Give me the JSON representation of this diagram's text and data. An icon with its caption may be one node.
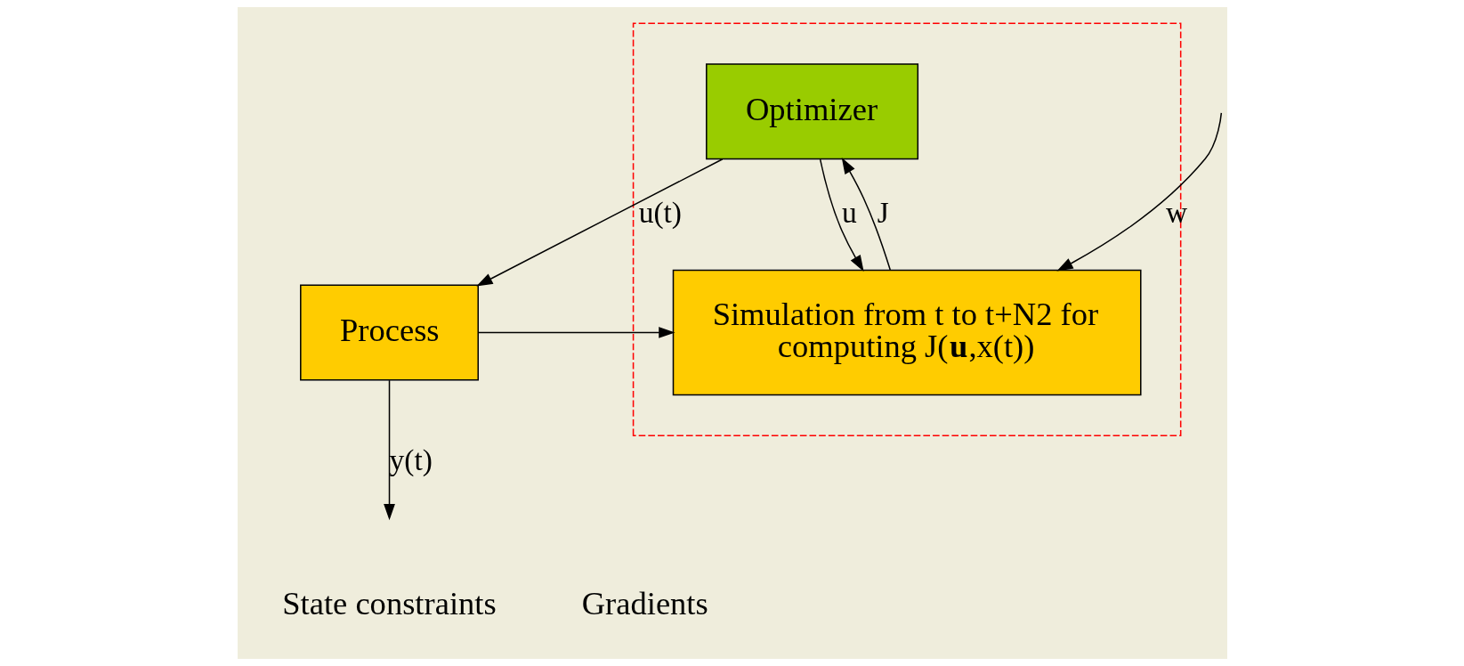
{
  "diagram": {
    "nodes": [
      {
        "text": [],
        "shape": "box"
      },
      {
        "text": [
          "Optimizer"
        ],
        "in": 0
      },
      {
        "text": [
          "Process"
        ]
      },
      {
        "text": [
          "Simulation from t to t+N2 for computing J(**u**,x(t))"
        ],
        "in": 0
      }
    ],
    "edges": [
      {
        "from": 1,
        "to": 2,
        "arrow": "to",
        "label": "u(t)"
      },
      {
        "from": 1,
        "to": 3,
        "arrow": "to",
        "label": "u"
      },
      {
        "from": 3,
        "to": 1,
        "arrow": "to",
        "label": "J"
      },
      {
        "from": 2,
        "to": null,
        "arrow": "to",
        "label": "y(t)"
      },
      {
        "from": 2,
        "to": 3,
        "arrow": "to"
      },
      {
        "from": null,
        "to": 3,
        "arrow": "to",
        "label": "w"
      }
    ],
    "labels": [
      "State constraints",
      "Gradients"
    ]
  }
}
